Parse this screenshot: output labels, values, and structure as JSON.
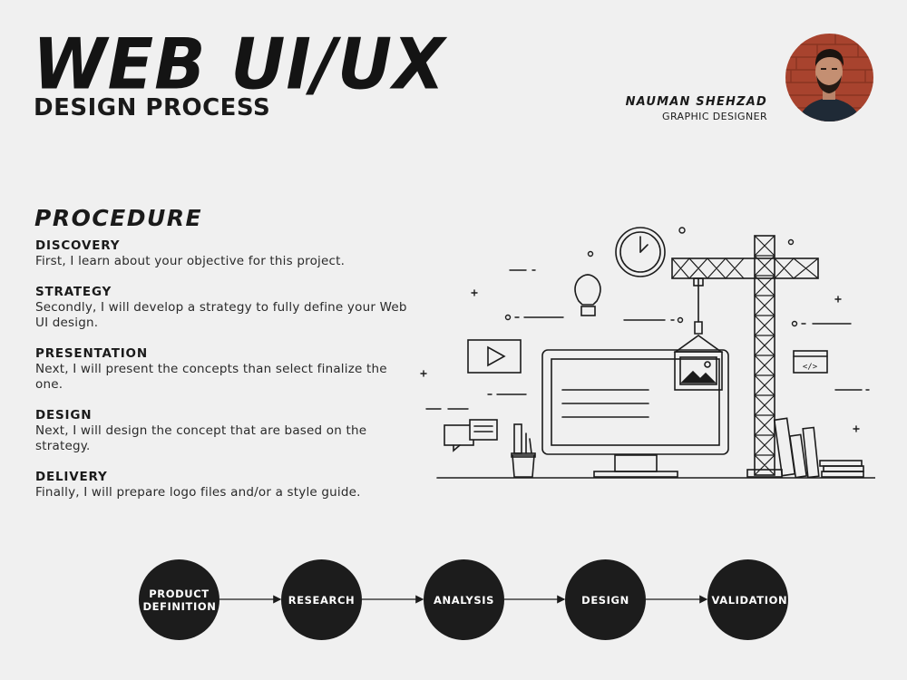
{
  "header": {
    "title": "WEB UI/UX",
    "subtitle": "DESIGN PROCESS"
  },
  "author": {
    "name": "NAUMAN SHEHZAD",
    "role": "GRAPHIC DESIGNER"
  },
  "procedure": {
    "title": "PROCEDURE",
    "steps": [
      {
        "title": "DISCOVERY",
        "desc": "First, I learn about your objective for this project."
      },
      {
        "title": "STRATEGY",
        "desc": "Secondly, I will develop a strategy to fully define your Web UI design."
      },
      {
        "title": "PRESENTATION",
        "desc": "Next, I will present the concepts than select finalize the one."
      },
      {
        "title": "DESIGN",
        "desc": "Next, I will design the concept that are based on the strategy."
      },
      {
        "title": "DELIVERY",
        "desc": "Finally, I will prepare logo files and/or a style guide."
      }
    ]
  },
  "flow": {
    "nodes": [
      {
        "label": "PRODUCT DEFINITION"
      },
      {
        "label": "RESEARCH"
      },
      {
        "label": "ANALYSIS"
      },
      {
        "label": "DESIGN"
      },
      {
        "label": "VALIDATION"
      }
    ]
  },
  "colors": {
    "background": "#f0f0f0",
    "ink": "#1c1c1c",
    "avatar_brick": "#a8432e"
  },
  "illustration": {
    "code_tag": "</>"
  }
}
